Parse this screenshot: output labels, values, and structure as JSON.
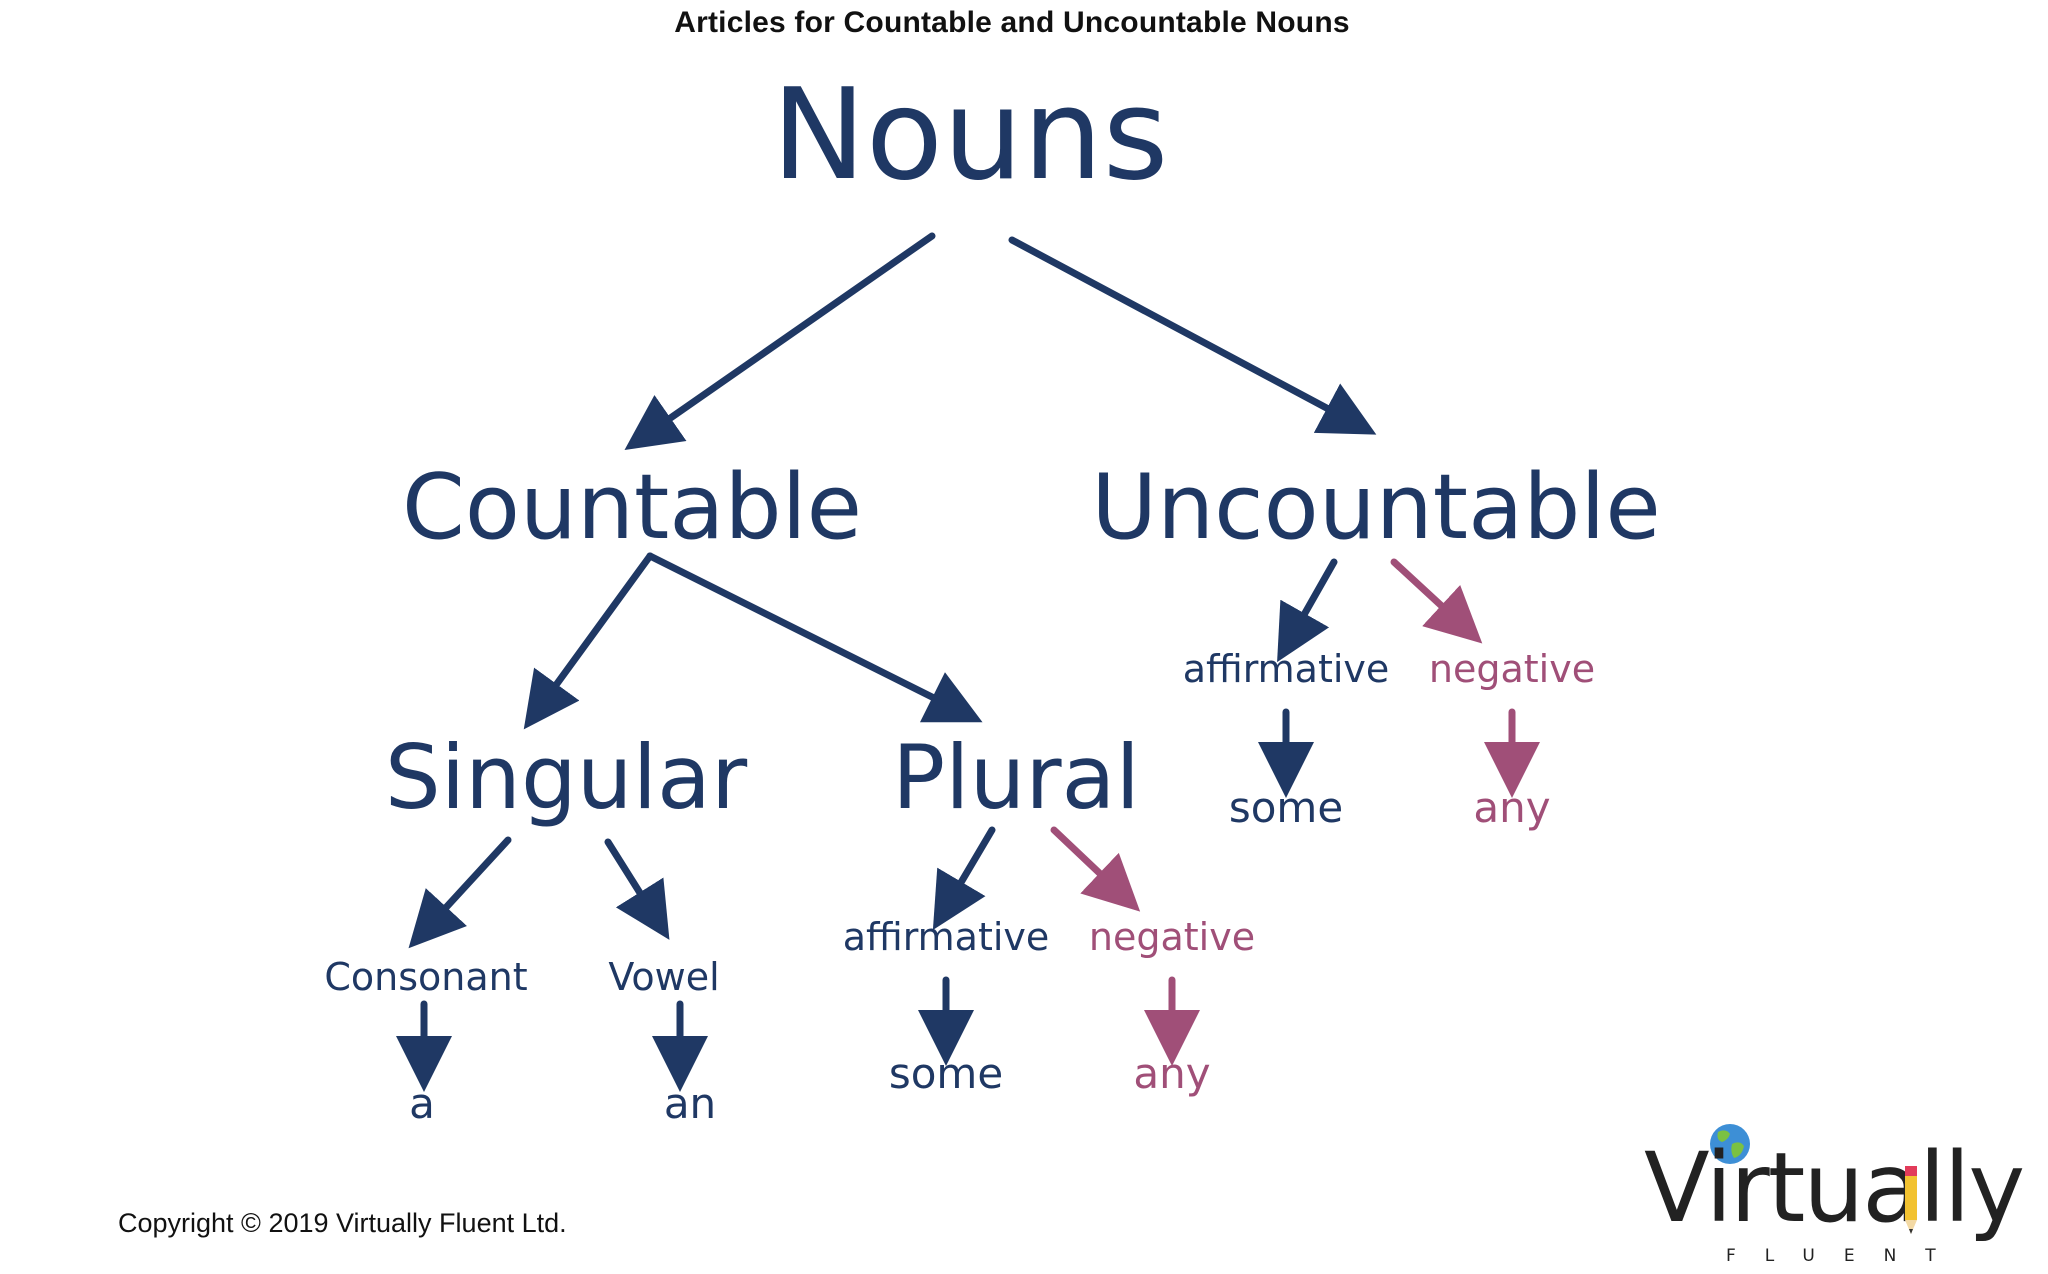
{
  "title": "Articles for Countable and Uncountable Nouns",
  "colors": {
    "primary": "#1f3864",
    "negative": "#a04f78"
  },
  "nodes": {
    "nouns": "Nouns",
    "countable": "Countable",
    "uncountable": "Uncountable",
    "singular": "Singular",
    "plural": "Plural",
    "consonant": "Consonant",
    "vowel": "Vowel",
    "a": "a",
    "an": "an",
    "plural_affirmative": "affirmative",
    "plural_negative": "negative",
    "plural_some": "some",
    "plural_any": "any",
    "uncountable_affirmative": "affirmative",
    "uncountable_negative": "negative",
    "uncountable_some": "some",
    "uncountable_any": "any"
  },
  "footer": {
    "copyright": "Copyright © 2019 Virtually Fluent Ltd."
  },
  "logo": {
    "word": "Virtually",
    "sub": "FLUENT",
    "icons": [
      "globe-icon",
      "pencil-icon"
    ]
  }
}
